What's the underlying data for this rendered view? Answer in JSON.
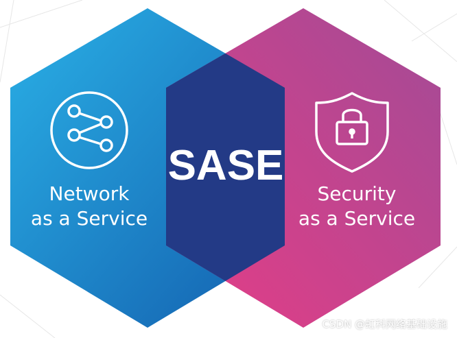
{
  "diagram": {
    "center_label": "SASE",
    "left": {
      "line1": "Network",
      "line2": "as a Service",
      "icon": "share-network-icon",
      "color_start": "#2aa8e0",
      "color_end": "#1565b0"
    },
    "right": {
      "line1": "Security",
      "line2": "as a Service",
      "icon": "shield-lock-icon",
      "color_start": "#c4458a",
      "color_end": "#e23c8a"
    },
    "overlap_color": "#233a86"
  },
  "watermark": "CSDN @虹科网络基础设施"
}
